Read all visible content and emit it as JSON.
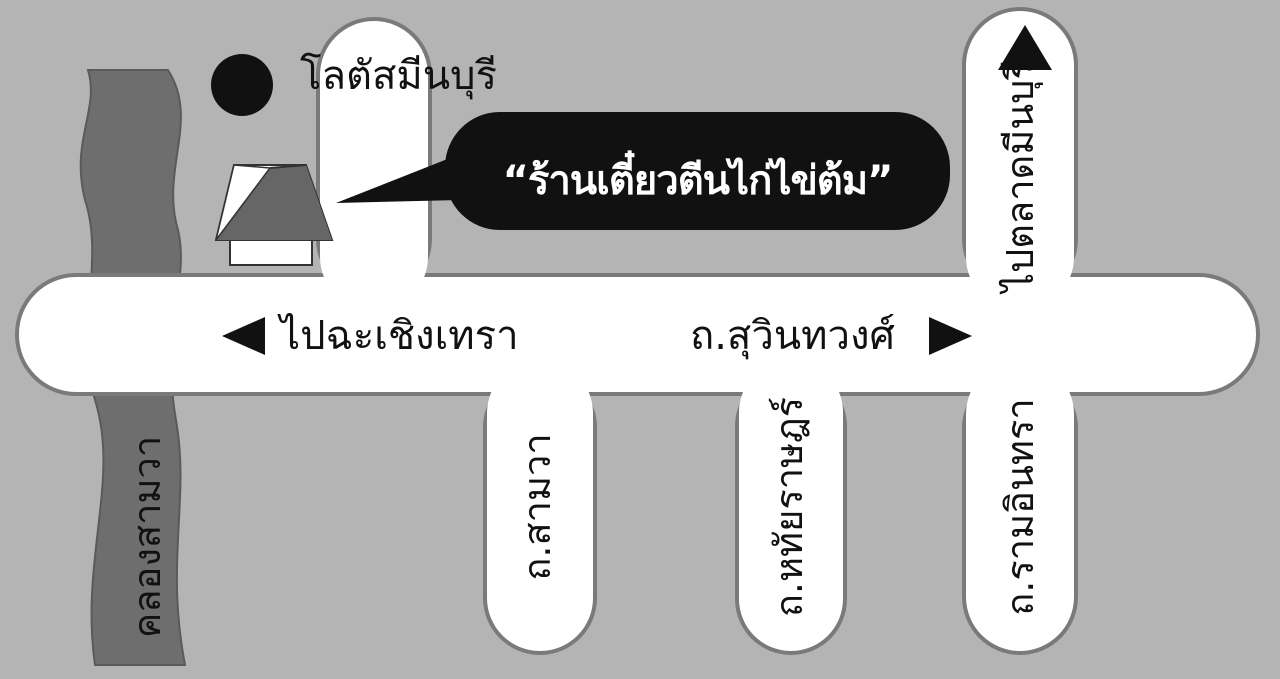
{
  "landmarks": {
    "lotus": "โลตัสมีนบุรี"
  },
  "shop": {
    "name": "“ร้านเตี๋ยวตีนไก่ไข่ต้ม”"
  },
  "roads": {
    "main_road": "ถ.สุวินทวงศ์",
    "to_chachoengsao": "ไปฉะเชิงเทรา",
    "to_minburi_market": "ไปตลาดมีนบุรี",
    "sammawa": "ถ.สามวา",
    "hathai_rat": "ถ.หทัยราษฎร์",
    "ram_inthra": "ถ.รามอินทรา"
  },
  "canal": {
    "name": "คลองสามวา"
  },
  "colors": {
    "background": "#b4b4b4",
    "road": "#ffffff",
    "road_border": "#7a7a7a",
    "canal": "#6e6e6e",
    "callout": "#111111"
  },
  "icons": [
    "marker-dot-icon",
    "shop-hut-icon",
    "arrow-left-icon",
    "arrow-right-icon",
    "arrow-up-icon"
  ]
}
